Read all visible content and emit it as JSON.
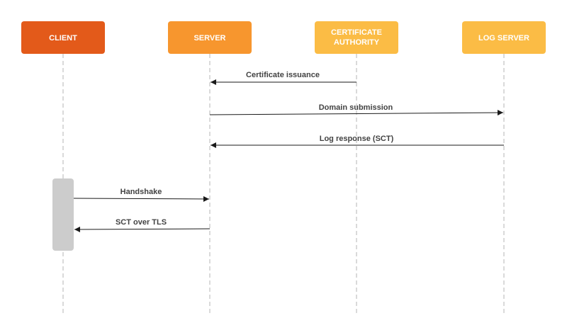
{
  "actors": [
    {
      "id": "client",
      "lines": [
        "CLIENT"
      ],
      "color": "#E35A1A"
    },
    {
      "id": "server",
      "lines": [
        "SERVER"
      ],
      "color": "#F7962E"
    },
    {
      "id": "ca",
      "lines": [
        "CERTIFICATE",
        "AUTHORITY"
      ],
      "color": "#FBBC45"
    },
    {
      "id": "log-server",
      "lines": [
        "LOG SERVER"
      ],
      "color": "#FBBC45"
    }
  ],
  "messages": [
    {
      "from": "ca",
      "to": "server",
      "label": "Certificate issuance"
    },
    {
      "from": "server",
      "to": "log-server",
      "label": "Domain submission"
    },
    {
      "from": "log-server",
      "to": "server",
      "label": "Log response (SCT)"
    },
    {
      "from": "client",
      "to": "server",
      "label": "Handshake"
    },
    {
      "from": "server",
      "to": "client",
      "label": "SCT over TLS"
    }
  ],
  "activation": {
    "actor": "client",
    "color": "#CCCCCC"
  },
  "colors": {
    "lifeline": "#B5B5B5",
    "arrow": "#1A1A1A",
    "label": "#424242"
  }
}
